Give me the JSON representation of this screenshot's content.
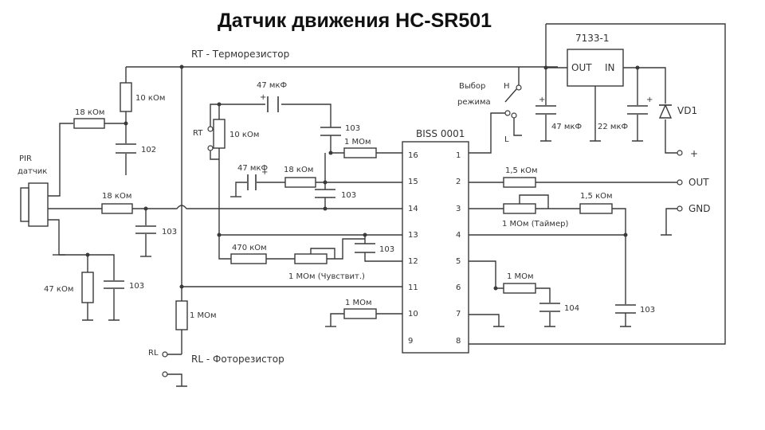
{
  "title": "Датчик движения HC-SR501",
  "labels": {
    "rt_line": "RT - Терморезистор",
    "rl_line": "RL - Фоторезистор",
    "rt": "RT",
    "rl": "RL",
    "pir": "PIR",
    "pir_sub": "датчик",
    "reg": "7133-1",
    "reg_out": "OUT",
    "reg_in": "IN",
    "vd1": "VD1",
    "mode1": "Выбор",
    "mode2": "режима",
    "mode_h": "H",
    "mode_l": "L",
    "chip": "BISS 0001",
    "plus_out": "+",
    "out": "OUT",
    "gnd": "GND",
    "plus": "+"
  },
  "components": {
    "r_10k": "10 кОм",
    "r_18k_a": "18 кОм",
    "r_18k_b": "18 кОм",
    "r_18k_c": "18 кОм",
    "r_47k": "47 кОм",
    "r_10k_rt": "10 кОм",
    "r_1m_16": "1 МОм",
    "r_470k": "470 кОм",
    "r_1m_sens": "1 МОм (Чувствит.)",
    "r_1m_rl": "1 МОм",
    "r_1m_10": "1 МОм",
    "r_1_5k_a": "1,5 кОм",
    "r_1_5k_b": "1,5 кОм",
    "r_1m_timer": "1 МОм (Таймер)",
    "r_1m_6": "1 МОм",
    "c_47u_top": "47 мкФ",
    "c_47u_mid": "47 мкФ",
    "c_47u_reg": "47 мкФ",
    "c_22u": "22 мкФ",
    "c_102": "102",
    "c_103_pir": "103",
    "c_103_47k": "103",
    "c_103_16": "103",
    "c_103_15": "103",
    "c_103_12": "103",
    "c_104": "104",
    "c_103_4": "103"
  },
  "pins_left": [
    "16",
    "15",
    "14",
    "13",
    "12",
    "11",
    "10",
    "9"
  ],
  "pins_right": [
    "1",
    "2",
    "3",
    "4",
    "5",
    "6",
    "7",
    "8"
  ]
}
